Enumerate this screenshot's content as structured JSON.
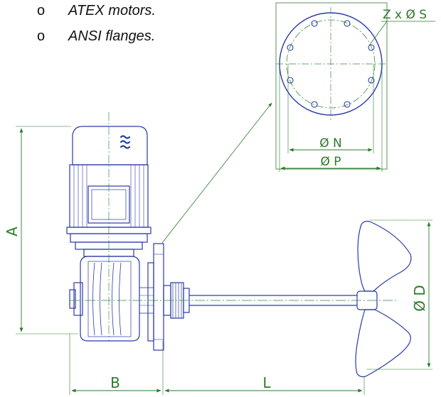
{
  "bullets": [
    {
      "mark": "o",
      "text": "ATEX motors."
    },
    {
      "mark": "o",
      "text": "ANSI flanges."
    }
  ],
  "dimensions": {
    "flange_holes": "Z x Ø S",
    "bolt_circle": "Ø N",
    "flange_diameter": "Ø P",
    "height": "A",
    "flange_to_motor": "B",
    "shaft_length": "L",
    "propeller_diameter": "Ø D"
  },
  "logo_icon": "wave-logo-icon",
  "colors": {
    "outline": "#2a3aa8",
    "dimension": "#2d7a2d",
    "centerline": "#3a8a3a"
  }
}
